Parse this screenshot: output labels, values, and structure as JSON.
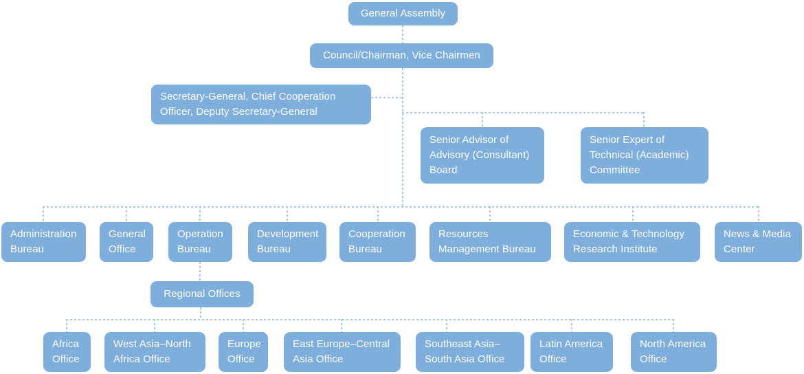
{
  "colors": {
    "background": "#FFFFFF",
    "node_fill": "#7EAEDB",
    "node_text": "#FFFFFF",
    "connector": "#A6C8E8"
  },
  "nodes": {
    "general_assembly": {
      "label": "General Assembly"
    },
    "council": {
      "label": "Council/Chairman, Vice Chairmen"
    },
    "secretary_general": {
      "label": "Secretary-General, Chief Cooperation\nOfficer, Deputy Secretary-General"
    },
    "senior_advisor": {
      "label": "Senior Advisor of\nAdvisory (Consultant)\nBoard"
    },
    "senior_expert": {
      "label": "Senior Expert of\nTechnical (Academic)\nCommittee"
    },
    "administration_bureau": {
      "label": "Administration\nBureau"
    },
    "general_office": {
      "label": "General\nOffice"
    },
    "operation_bureau": {
      "label": "Operation\nBureau"
    },
    "development_bureau": {
      "label": "Development\nBureau"
    },
    "cooperation_bureau": {
      "label": "Cooperation\nBureau"
    },
    "resources_management_bureau": {
      "label": "Resources\nManagement Bureau"
    },
    "economic_technology_research_institute": {
      "label": "Economic & Technology\nResearch Institute"
    },
    "news_media_center": {
      "label": "News & Media\nCenter"
    },
    "regional_offices": {
      "label": "Regional Offices"
    },
    "africa_office": {
      "label": "Africa\nOffice"
    },
    "west_asia_north_africa_office": {
      "label": "West Asia–North\nAfrica Office"
    },
    "europe_office": {
      "label": "Europe\nOffice"
    },
    "east_europe_central_asia_office": {
      "label": "East Europe–Central\nAsia Office"
    },
    "southeast_asia_south_asia_office": {
      "label": "Southeast Asia–\nSouth Asia Office"
    },
    "latin_america_office": {
      "label": "Latin America\nOffice"
    },
    "north_america_office": {
      "label": "North America\nOffice"
    }
  },
  "edges": [
    [
      "general_assembly",
      "council"
    ],
    [
      "council",
      "secretary_general"
    ],
    [
      "council",
      "senior_advisor"
    ],
    [
      "council",
      "senior_expert"
    ],
    [
      "council",
      "administration_bureau"
    ],
    [
      "council",
      "general_office"
    ],
    [
      "council",
      "operation_bureau"
    ],
    [
      "council",
      "development_bureau"
    ],
    [
      "council",
      "cooperation_bureau"
    ],
    [
      "council",
      "resources_management_bureau"
    ],
    [
      "council",
      "economic_technology_research_institute"
    ],
    [
      "council",
      "news_media_center"
    ],
    [
      "operation_bureau",
      "regional_offices"
    ],
    [
      "regional_offices",
      "africa_office"
    ],
    [
      "regional_offices",
      "west_asia_north_africa_office"
    ],
    [
      "regional_offices",
      "europe_office"
    ],
    [
      "regional_offices",
      "east_europe_central_asia_office"
    ],
    [
      "regional_offices",
      "southeast_asia_south_asia_office"
    ],
    [
      "regional_offices",
      "latin_america_office"
    ],
    [
      "regional_offices",
      "north_america_office"
    ]
  ]
}
